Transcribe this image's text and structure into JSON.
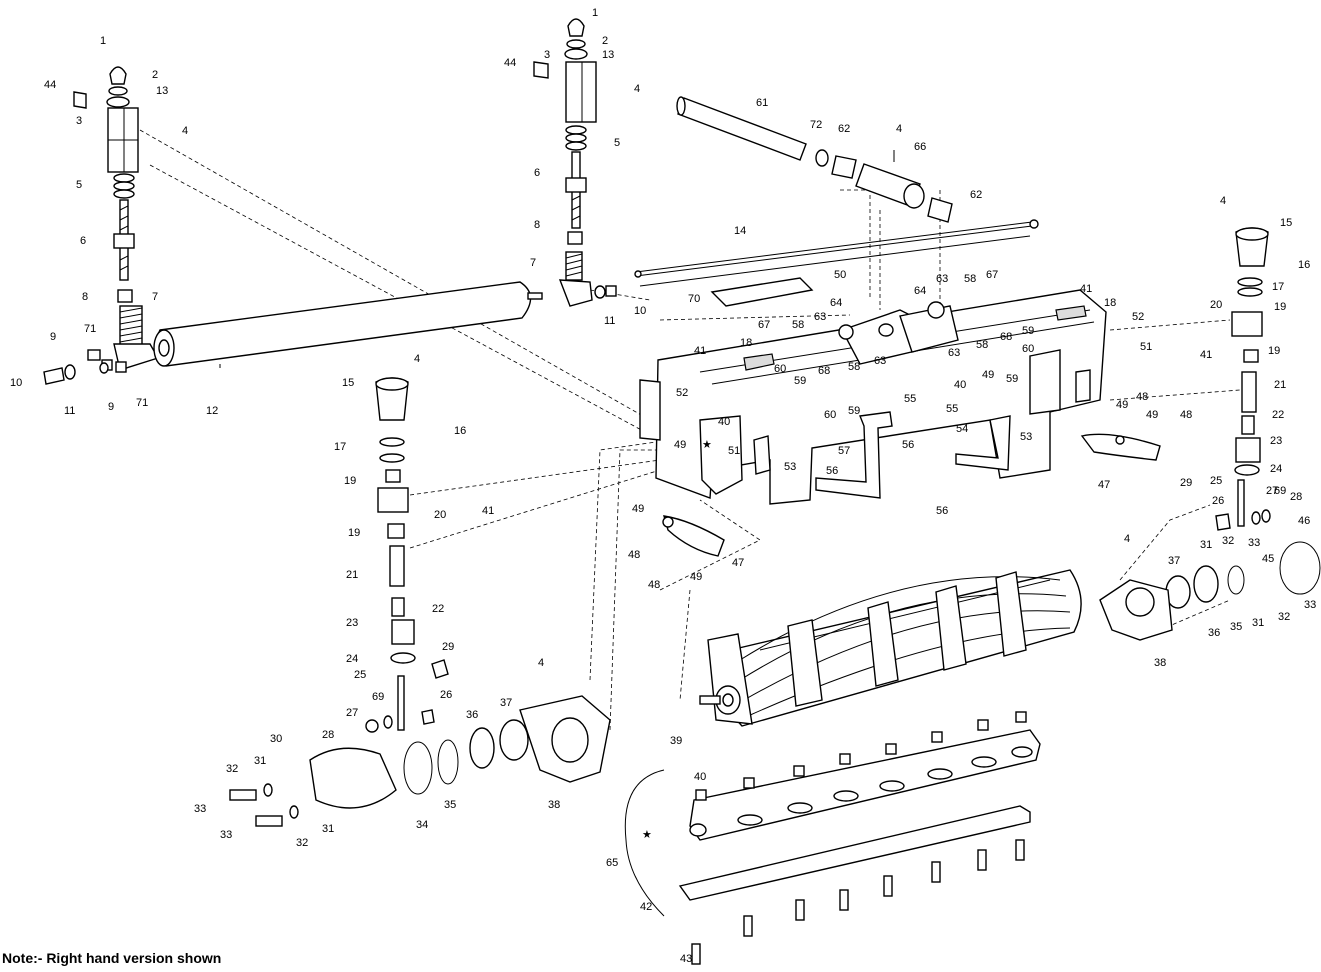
{
  "title": "",
  "note": "Note:- Right hand version shown",
  "labels": [
    {
      "id": "l1",
      "text": "1"
    },
    {
      "id": "l2",
      "text": "2"
    },
    {
      "id": "l3",
      "text": "13"
    },
    {
      "id": "l4",
      "text": "44"
    },
    {
      "id": "l5",
      "text": "3"
    },
    {
      "id": "l6",
      "text": "4"
    },
    {
      "id": "l7",
      "text": "5"
    },
    {
      "id": "l8",
      "text": "6"
    },
    {
      "id": "l9",
      "text": "8"
    },
    {
      "id": "l10",
      "text": "7"
    },
    {
      "id": "l11",
      "text": "9"
    },
    {
      "id": "l12",
      "text": "71"
    },
    {
      "id": "l13",
      "text": "10"
    },
    {
      "id": "l14",
      "text": "11"
    },
    {
      "id": "l15",
      "text": "9"
    },
    {
      "id": "l16",
      "text": "71"
    },
    {
      "id": "l17",
      "text": "12"
    },
    {
      "id": "l18",
      "text": "1"
    },
    {
      "id": "l19",
      "text": "2"
    },
    {
      "id": "l20",
      "text": "13"
    },
    {
      "id": "l21",
      "text": "3"
    },
    {
      "id": "l22",
      "text": "44"
    },
    {
      "id": "l23",
      "text": "4"
    },
    {
      "id": "l24",
      "text": "5"
    },
    {
      "id": "l25",
      "text": "6"
    },
    {
      "id": "l26",
      "text": "8"
    },
    {
      "id": "l27",
      "text": "7"
    },
    {
      "id": "l28",
      "text": "10"
    },
    {
      "id": "l29",
      "text": "11"
    },
    {
      "id": "l30",
      "text": "61"
    },
    {
      "id": "l31",
      "text": "72"
    },
    {
      "id": "l32",
      "text": "62"
    },
    {
      "id": "l33",
      "text": "4"
    },
    {
      "id": "l34",
      "text": "66"
    },
    {
      "id": "l35",
      "text": "62"
    },
    {
      "id": "l36",
      "text": "14"
    },
    {
      "id": "l37",
      "text": "70"
    },
    {
      "id": "l38",
      "text": "4"
    },
    {
      "id": "l39",
      "text": "15"
    },
    {
      "id": "l40",
      "text": "16"
    },
    {
      "id": "l41",
      "text": "17"
    },
    {
      "id": "l42",
      "text": "19"
    },
    {
      "id": "l43",
      "text": "20"
    },
    {
      "id": "l44",
      "text": "19"
    },
    {
      "id": "l45",
      "text": "21"
    },
    {
      "id": "l46",
      "text": "22"
    },
    {
      "id": "l47",
      "text": "23"
    },
    {
      "id": "l48",
      "text": "24"
    },
    {
      "id": "l49",
      "text": "25"
    },
    {
      "id": "l50",
      "text": "29"
    },
    {
      "id": "l51",
      "text": "69"
    },
    {
      "id": "l52",
      "text": "27"
    },
    {
      "id": "l53",
      "text": "28"
    },
    {
      "id": "l54",
      "text": "26"
    },
    {
      "id": "l55",
      "text": "4"
    },
    {
      "id": "l56",
      "text": "30"
    },
    {
      "id": "l57",
      "text": "32"
    },
    {
      "id": "l58",
      "text": "31"
    },
    {
      "id": "l59",
      "text": "33"
    },
    {
      "id": "l60",
      "text": "33"
    },
    {
      "id": "l61",
      "text": "31"
    },
    {
      "id": "l62",
      "text": "32"
    },
    {
      "id": "l63",
      "text": "34"
    },
    {
      "id": "l64",
      "text": "35"
    },
    {
      "id": "l65",
      "text": "36"
    },
    {
      "id": "l66",
      "text": "37"
    },
    {
      "id": "l67",
      "text": "38"
    },
    {
      "id": "l68",
      "text": "39"
    },
    {
      "id": "l69",
      "text": "41"
    },
    {
      "id": "l70",
      "text": "49"
    },
    {
      "id": "l71",
      "text": "48"
    },
    {
      "id": "l72",
      "text": "48"
    },
    {
      "id": "l73",
      "text": "49"
    },
    {
      "id": "l74",
      "text": "47"
    },
    {
      "id": "l75",
      "text": "50"
    },
    {
      "id": "l76",
      "text": "64"
    },
    {
      "id": "l77",
      "text": "63"
    },
    {
      "id": "l78",
      "text": "58"
    },
    {
      "id": "l79",
      "text": "67"
    },
    {
      "id": "l80",
      "text": "41"
    },
    {
      "id": "l81",
      "text": "18"
    },
    {
      "id": "l82",
      "text": "67"
    },
    {
      "id": "l83",
      "text": "58"
    },
    {
      "id": "l84",
      "text": "63"
    },
    {
      "id": "l85",
      "text": "64"
    },
    {
      "id": "l86",
      "text": "63"
    },
    {
      "id": "l87",
      "text": "58"
    },
    {
      "id": "l88",
      "text": "68"
    },
    {
      "id": "l89",
      "text": "63"
    },
    {
      "id": "l90",
      "text": "58"
    },
    {
      "id": "l91",
      "text": "68"
    },
    {
      "id": "l92",
      "text": "52"
    },
    {
      "id": "l93",
      "text": "51"
    },
    {
      "id": "l94",
      "text": "41"
    },
    {
      "id": "l95",
      "text": "18"
    },
    {
      "id": "l96",
      "text": "60"
    },
    {
      "id": "l97",
      "text": "59"
    },
    {
      "id": "l98",
      "text": "52"
    },
    {
      "id": "l99",
      "text": "60"
    },
    {
      "id": "l100",
      "text": "59"
    },
    {
      "id": "l101",
      "text": "40"
    },
    {
      "id": "l102",
      "text": "49"
    },
    {
      "id": "l103",
      "text": "51"
    },
    {
      "id": "l104",
      "text": "53"
    },
    {
      "id": "l105",
      "text": "41"
    },
    {
      "id": "l106",
      "text": "55"
    },
    {
      "id": "l107",
      "text": "57"
    },
    {
      "id": "l108",
      "text": "56"
    },
    {
      "id": "l109",
      "text": "56"
    },
    {
      "id": "l110",
      "text": "59"
    },
    {
      "id": "l111",
      "text": "60"
    },
    {
      "id": "l112",
      "text": "59"
    },
    {
      "id": "l113",
      "text": "40"
    },
    {
      "id": "l114",
      "text": "49"
    },
    {
      "id": "l115",
      "text": "55"
    },
    {
      "id": "l116",
      "text": "54"
    },
    {
      "id": "l117",
      "text": "53"
    },
    {
      "id": "l118",
      "text": "56"
    },
    {
      "id": "l119",
      "text": "49"
    },
    {
      "id": "l120",
      "text": "48"
    },
    {
      "id": "l121",
      "text": "49"
    },
    {
      "id": "l122",
      "text": "48"
    },
    {
      "id": "l123",
      "text": "47"
    },
    {
      "id": "l124",
      "text": "4"
    },
    {
      "id": "l125",
      "text": "15"
    },
    {
      "id": "l126",
      "text": "16"
    },
    {
      "id": "l127",
      "text": "17"
    },
    {
      "id": "l128",
      "text": "20"
    },
    {
      "id": "l129",
      "text": "19"
    },
    {
      "id": "l130",
      "text": "19"
    },
    {
      "id": "l131",
      "text": "21"
    },
    {
      "id": "l132",
      "text": "22"
    },
    {
      "id": "l133",
      "text": "23"
    },
    {
      "id": "l134",
      "text": "24"
    },
    {
      "id": "l135",
      "text": "25"
    },
    {
      "id": "l136",
      "text": "29"
    },
    {
      "id": "l137",
      "text": "26"
    },
    {
      "id": "l138",
      "text": "69"
    },
    {
      "id": "l139",
      "text": "27"
    },
    {
      "id": "l140",
      "text": "28"
    },
    {
      "id": "l141",
      "text": "46"
    },
    {
      "id": "l142",
      "text": "4"
    },
    {
      "id": "l143",
      "text": "31"
    },
    {
      "id": "l144",
      "text": "32"
    },
    {
      "id": "l145",
      "text": "33"
    },
    {
      "id": "l146",
      "text": "45"
    },
    {
      "id": "l147",
      "text": "37"
    },
    {
      "id": "l148",
      "text": "36"
    },
    {
      "id": "l149",
      "text": "35"
    },
    {
      "id": "l150",
      "text": "31"
    },
    {
      "id": "l151",
      "text": "32"
    },
    {
      "id": "l152",
      "text": "33"
    },
    {
      "id": "l153",
      "text": "38"
    },
    {
      "id": "l154",
      "text": "40"
    },
    {
      "id": "l155",
      "text": "65"
    },
    {
      "id": "l156",
      "text": "42"
    },
    {
      "id": "l157",
      "text": "43"
    }
  ]
}
